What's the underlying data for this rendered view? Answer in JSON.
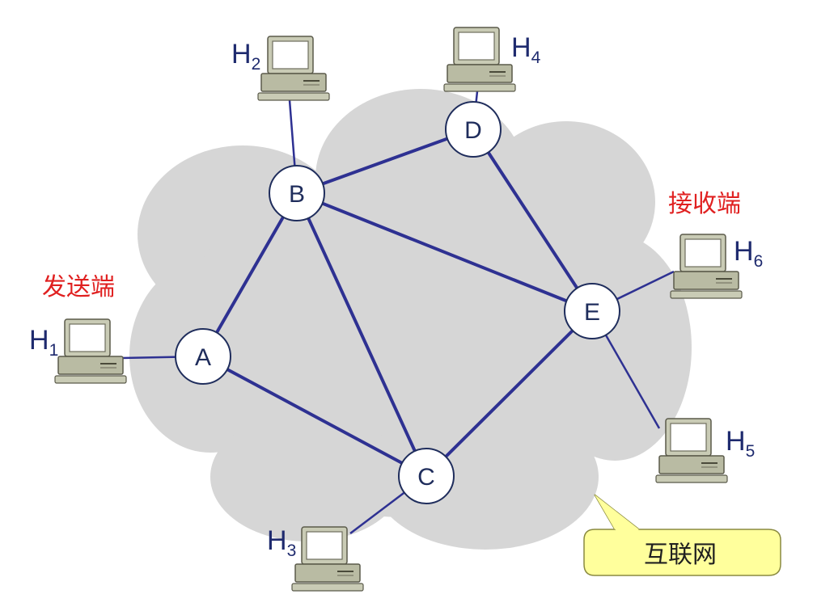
{
  "diagram": {
    "nodes": [
      {
        "id": "A",
        "label": "A"
      },
      {
        "id": "B",
        "label": "B"
      },
      {
        "id": "C",
        "label": "C"
      },
      {
        "id": "D",
        "label": "D"
      },
      {
        "id": "E",
        "label": "E"
      }
    ],
    "links": [
      [
        "A",
        "B"
      ],
      [
        "A",
        "C"
      ],
      [
        "B",
        "C"
      ],
      [
        "B",
        "D"
      ],
      [
        "B",
        "E"
      ],
      [
        "C",
        "E"
      ],
      [
        "D",
        "E"
      ]
    ],
    "hosts": [
      {
        "id": "H1",
        "letter": "H",
        "sub": "1",
        "attached_to": "A"
      },
      {
        "id": "H2",
        "letter": "H",
        "sub": "2",
        "attached_to": "B"
      },
      {
        "id": "H3",
        "letter": "H",
        "sub": "3",
        "attached_to": "C"
      },
      {
        "id": "H4",
        "letter": "H",
        "sub": "4",
        "attached_to": "D"
      },
      {
        "id": "H5",
        "letter": "H",
        "sub": "5",
        "attached_to": "E"
      },
      {
        "id": "H6",
        "letter": "H",
        "sub": "6",
        "attached_to": "E"
      }
    ],
    "sender_label": "发送端",
    "receiver_label": "接收端",
    "network_label": "互联网",
    "colors": {
      "cloud": "#d6d6d6",
      "link": "#2e3192",
      "node_fill": "#ffffff",
      "node_stroke": "#1f2d5c",
      "callout_fill": "#ffff9c",
      "role_text": "#e02020"
    }
  }
}
